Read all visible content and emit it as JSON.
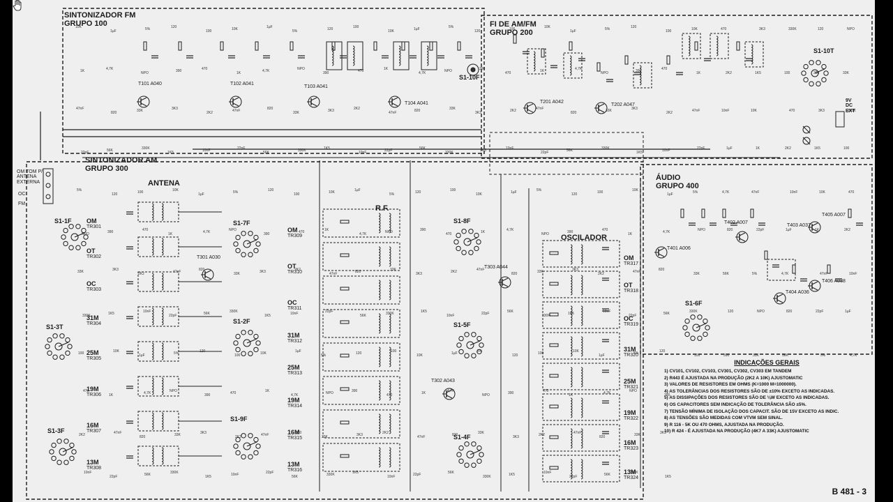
{
  "sections": {
    "fm_tuner": [
      "SINTONIZADOR FM",
      "GRUPO 100"
    ],
    "if_block": [
      "FI DE AM/FM",
      "GRUPO 200"
    ],
    "am_tuner": [
      "SINTONIZADOR AM",
      "GRUPO 300"
    ],
    "audio": [
      "ÁUDIO",
      "GRUPO 400"
    ],
    "antenna": "ANTENA",
    "rf": "R.F.",
    "oscillator": "OSCILADOR"
  },
  "inputs": {
    "antenna_label": "OM TOM P/ ANTENA EXTERNA",
    "oc": "OC",
    "fm": "FM"
  },
  "switches": [
    "S1-1F",
    "S1-7F",
    "S1-8F",
    "S1-10F",
    "S1-10T",
    "S1-3T",
    "S1-2F",
    "S1-5F",
    "S1-6F",
    "S1-3F",
    "S1-9F",
    "S1-4F"
  ],
  "transistors": [
    "T101 A040",
    "T102 A041",
    "T103 A041",
    "T104 A041",
    "T201 A042",
    "T202 A047",
    "T301 A030",
    "T302 A043",
    "T303 A044",
    "T401 A006",
    "T402 A007",
    "T403 A037",
    "T404 A036",
    "T405 A007",
    "T406 A038"
  ],
  "bands_left": [
    {
      "band": "OM",
      "coil": "TR301"
    },
    {
      "band": "OT",
      "coil": "TR302"
    },
    {
      "band": "OC",
      "coil": "TR303"
    },
    {
      "band": "31m",
      "coil": "TR304"
    },
    {
      "band": "25m",
      "coil": "TR305"
    },
    {
      "band": "19m",
      "coil": "TR306"
    },
    {
      "band": "16m",
      "coil": "TR307"
    },
    {
      "band": "13m",
      "coil": "TR308"
    }
  ],
  "bands_mid": [
    {
      "band": "OM",
      "coil": "TR309"
    },
    {
      "band": "OT",
      "coil": "TR310"
    },
    {
      "band": "OC",
      "coil": "TR311"
    },
    {
      "band": "31m",
      "coil": "TR312"
    },
    {
      "band": "25m",
      "coil": "TR313"
    },
    {
      "band": "19m",
      "coil": "TR314"
    },
    {
      "band": "16m",
      "coil": "TR315"
    },
    {
      "band": "13m",
      "coil": "TR316"
    }
  ],
  "bands_right": [
    {
      "band": "OM",
      "coil": "TR317"
    },
    {
      "band": "OT",
      "coil": "TR318"
    },
    {
      "band": "OC",
      "coil": "TR319"
    },
    {
      "band": "31m",
      "coil": "TR320"
    },
    {
      "band": "25m",
      "coil": "TR321"
    },
    {
      "band": "19m",
      "coil": "TR322"
    },
    {
      "band": "16m",
      "coil": "TR323"
    },
    {
      "band": "13m",
      "coil": "TR324"
    }
  ],
  "power": [
    "9V",
    "DC",
    "EXT"
  ],
  "notes": {
    "title": "INDICAÇÕES GERAIS",
    "lines": [
      "1) CV101, CV102, CV103, CV301, CV302, CV303 EM TANDEM",
      "2) R443 É AJUSTADA NA PRODUÇÃO (2K2 A 10K) AJUSTOMATIC",
      "3) VALORES DE RESISTORES EM OHMS (K=1000 M=1000000).",
      "4) AS TOLERÂNCIAS DOS RESISTORES SÃO DE ±10% EXCETO AS INDICADAS.",
      "5) AS DISSIPAÇÕES DOS RESISTORES SÃO DE ⅛W EXCETO AS INDICADAS.",
      "6) OS CAPACITORES SEM INDICAÇÃO DE TOLERÂNCIA SÃO ±5%.",
      "7) TENSÃO MÍNIMA DE ISOLAÇÃO DOS CAPACIT. SÃO DE 15V EXCETO AS INDIC.",
      "8) AS TENSÕES SÃO MEDIDAS COM VTVM SEM SINAL.",
      "9) R 116 - 5K OU 470 OHMS, AJUSTADA NA PRODUÇÃO.",
      "10) R 424 - É AJUSTADA NA PRODUÇÃO (4K7 A 33K) AJUSTOMATIC"
    ]
  },
  "drawing_number": "B 481 - 3"
}
